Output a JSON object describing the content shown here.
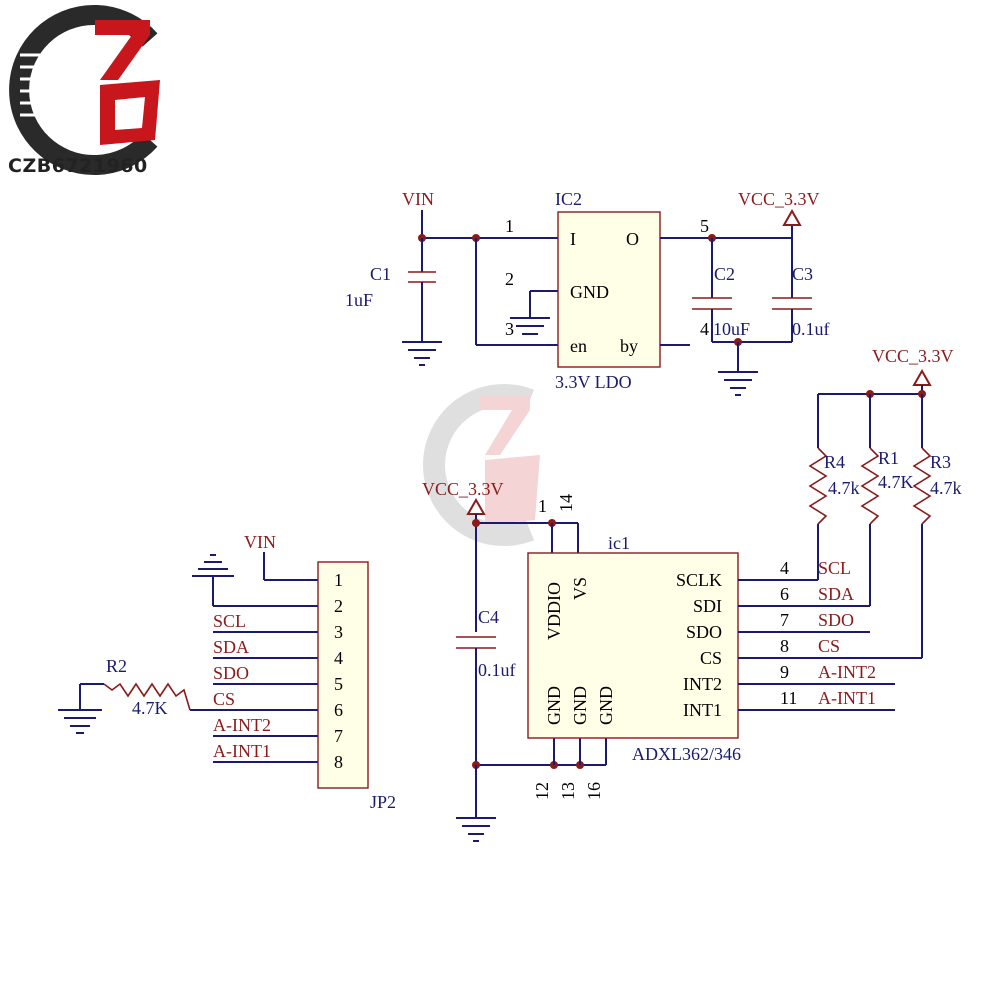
{
  "logo": {
    "text": "CZB6721960"
  },
  "ldo": {
    "ref": "IC2",
    "label": "3.3V  LDO",
    "pins": {
      "in": "I",
      "out": "O",
      "gnd": "GND",
      "en": "en",
      "by": "by"
    },
    "pin_numbers": {
      "in": "1",
      "gnd": "2",
      "en": "3",
      "out": "5"
    },
    "vin_net": "VIN",
    "vcc_net": "VCC_3.3V",
    "c1": {
      "ref": "C1",
      "value": "1uF"
    },
    "c2": {
      "ref": "C2",
      "value": "10uF",
      "pin_mark": "4"
    },
    "c3": {
      "ref": "C3",
      "value": "0.1uf"
    }
  },
  "pullups": {
    "vcc_net": "VCC_3.3V",
    "r4": {
      "ref": "R4",
      "value": "4.7k"
    },
    "r1": {
      "ref": "R1",
      "value": "4.7K"
    },
    "r3": {
      "ref": "R3",
      "value": "4.7k"
    }
  },
  "sensor": {
    "ref": "ic1",
    "part": "ADXL362/346",
    "vcc_net": "VCC_3.3V",
    "c4": {
      "ref": "C4",
      "value": "0.1uf"
    },
    "top_pins": [
      "VDDIO",
      "VS"
    ],
    "top_pin_numbers": [
      "1",
      "14"
    ],
    "gnd_pins": [
      "GND",
      "GND",
      "GND"
    ],
    "gnd_pin_numbers": [
      "12",
      "13",
      "16"
    ],
    "right_pins": [
      {
        "name": "SCLK",
        "num": "4",
        "net": "SCL"
      },
      {
        "name": "SDI",
        "num": "6",
        "net": "SDA"
      },
      {
        "name": "SDO",
        "num": "7",
        "net": "SDO"
      },
      {
        "name": "CS",
        "num": "8",
        "net": "CS"
      },
      {
        "name": "INT2",
        "num": "9",
        "net": "A-INT2"
      },
      {
        "name": "INT1",
        "num": "11",
        "net": "A-INT1"
      }
    ]
  },
  "header": {
    "ref": "JP2",
    "vin_net": "VIN",
    "pins": [
      "1",
      "2",
      "3",
      "4",
      "5",
      "6",
      "7",
      "8"
    ],
    "nets": [
      "SCL",
      "SDA",
      "SDO",
      "CS",
      "A-INT2",
      "A-INT1"
    ],
    "r2": {
      "ref": "R2",
      "value": "4.7K"
    }
  },
  "colors": {
    "wire": "#1a1a6e",
    "part": "#8b1a1a",
    "body_fill": "#ffffe8",
    "logo_red": "#c8161d",
    "logo_dark": "#2a2a2a"
  }
}
